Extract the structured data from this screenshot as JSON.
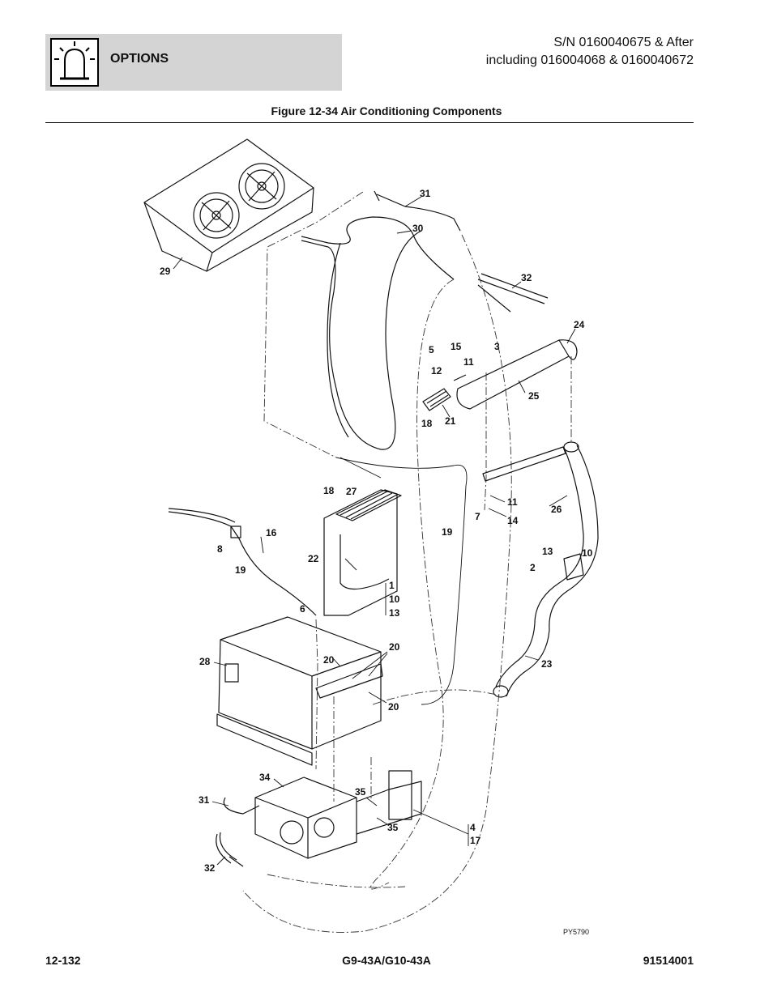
{
  "header": {
    "section_title": "OPTIONS",
    "sn_line1": "S/N 0160040675 & After",
    "sn_line2": "including 016004068 & 0160040672",
    "section_icon": "beacon-light-icon"
  },
  "figure": {
    "title": "Figure 12-34 Air Conditioning Components",
    "drawing_ref": "PY5790",
    "callouts": {
      "c31a": "31",
      "c30": "30",
      "c29": "29",
      "c32a": "32",
      "c24": "24",
      "c5": "5",
      "c15": "15",
      "c3": "3",
      "c11a": "11",
      "c12": "12",
      "c25": "25",
      "c18a": "18",
      "c21": "21",
      "c18b": "18",
      "c27": "27",
      "c16": "16",
      "c8": "8",
      "c19a": "19",
      "c19b": "19",
      "c22": "22",
      "c11b": "11",
      "c7": "7",
      "c14": "14",
      "c26": "26",
      "c13a": "13",
      "c10a": "10",
      "c2": "2",
      "c1": "1",
      "c10b": "10",
      "c13b": "13",
      "c6": "6",
      "c28": "28",
      "c20a": "20",
      "c20b": "20",
      "c20c": "20",
      "c23": "23",
      "c34": "34",
      "c31b": "31",
      "c35a": "35",
      "c35b": "35",
      "c4": "4",
      "c17": "17",
      "c32b": "32"
    }
  },
  "footer": {
    "page_number": "12-132",
    "model": "G9-43A/G10-43A",
    "part_number": "91514001"
  }
}
